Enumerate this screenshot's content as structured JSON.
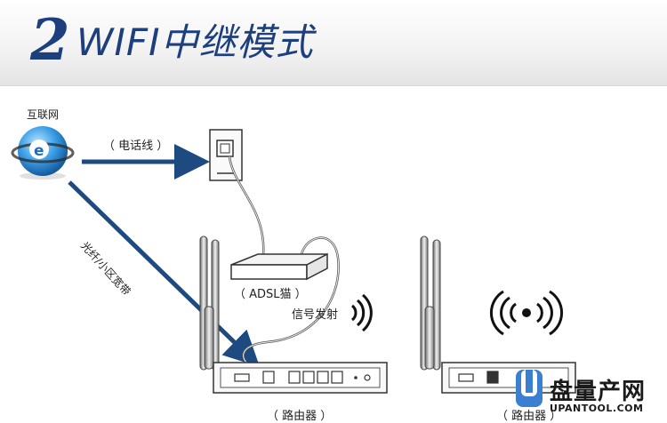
{
  "header": {
    "number": "2",
    "title": "WIFI中继模式"
  },
  "labels": {
    "internet": "互联网",
    "phone_line": "（ 电话线 ）",
    "fiber": "光纤/小区宽带",
    "adsl": "（ ADSL猫 ）",
    "signal": "信号发射",
    "router_left": "（ 路由器 ）",
    "router_right": "（ 路由器 ）"
  },
  "watermark": {
    "text": "盘量产网",
    "url": "UPANTOOL.COM"
  },
  "colors": {
    "title": "#1d3f7d",
    "arrow": "#1d4a80",
    "globe": "#2b8fd6"
  },
  "icons": [
    "globe-icon",
    "wall-socket-icon",
    "modem-icon",
    "router-icon",
    "wifi-signal-icon",
    "u-disk-logo-icon"
  ]
}
